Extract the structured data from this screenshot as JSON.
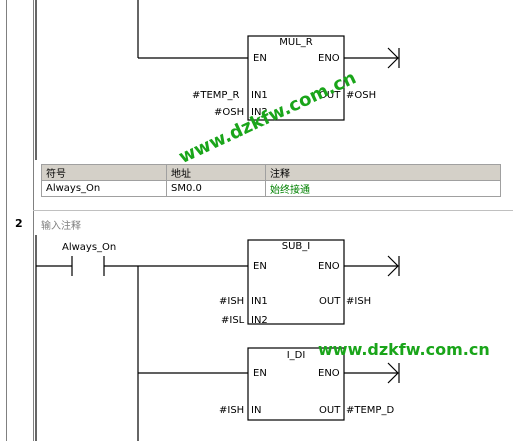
{
  "rung1": {
    "block": {
      "title": "MUL_R",
      "en": "EN",
      "eno": "ENO",
      "in1": "IN1",
      "in2": "IN2",
      "out": "OUT",
      "in1_operand": "#TEMP_R",
      "in2_operand": "#OSH",
      "out_operand": "#OSH"
    },
    "symbol_table": {
      "headers": [
        "符号",
        "地址",
        "注释"
      ],
      "rows": [
        [
          "Always_On",
          "SM0.0",
          "始终接通"
        ]
      ]
    }
  },
  "rung2": {
    "number": "2",
    "comment": "输入注释",
    "contact_label": "Always_On",
    "block1": {
      "title": "SUB_I",
      "en": "EN",
      "eno": "ENO",
      "in1": "IN1",
      "in2": "IN2",
      "out": "OUT",
      "in1_operand": "#ISH",
      "in2_operand": "#ISL",
      "out_operand": "#ISH"
    },
    "block2": {
      "title": "I_DI",
      "en": "EN",
      "eno": "ENO",
      "in": "IN",
      "out": "OUT",
      "in_operand": "#ISH",
      "out_operand": "#TEMP_D"
    }
  },
  "watermarks": {
    "diagonal": "www.dzkfw.com.cn",
    "flat": "www.dzkfw.com.cn"
  },
  "colors": {
    "watermark": "#1aa51a",
    "comment_text": "#008000",
    "table_header_bg": "#d4d0c8",
    "wire": "#000000"
  }
}
